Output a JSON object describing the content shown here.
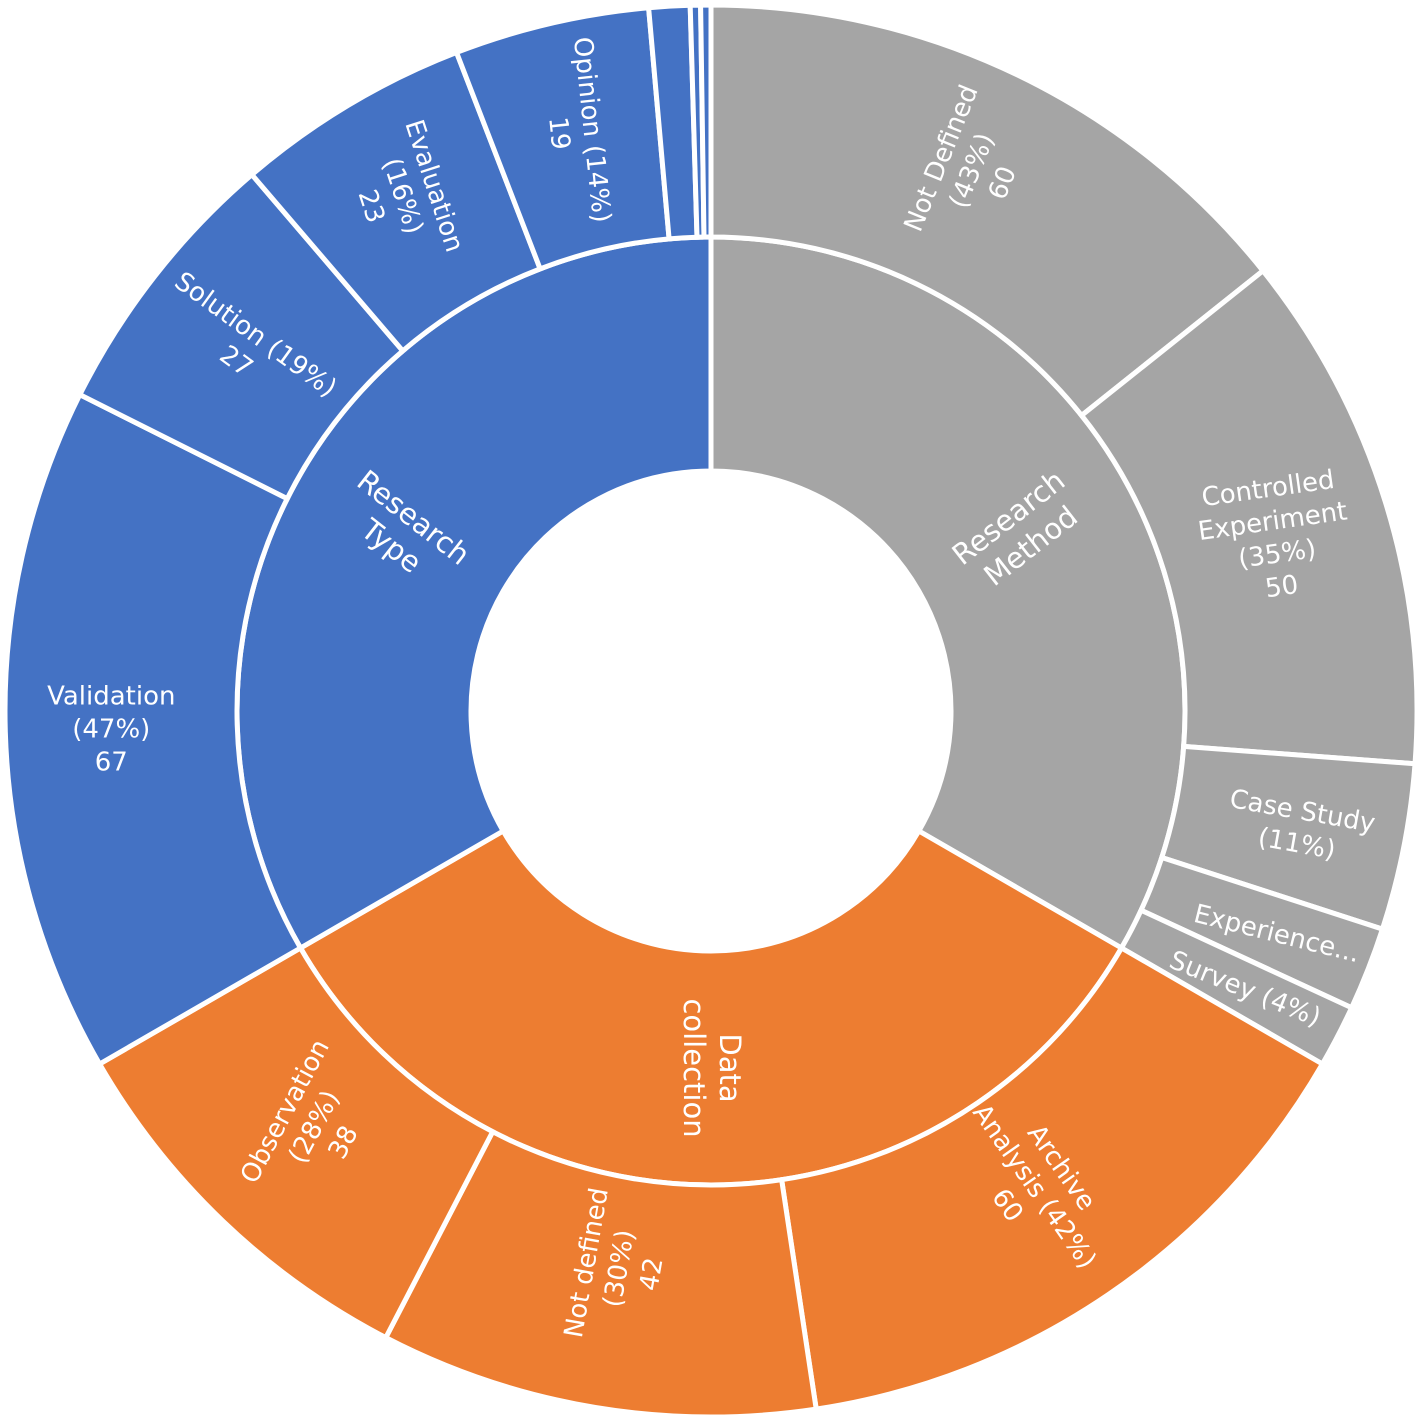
{
  "chart_data": {
    "type": "sunburst",
    "colors": {
      "research_type": "#4472C4",
      "research_method": "#A5A5A5",
      "data_collection": "#ED7D31",
      "separator": "#FFFFFF"
    },
    "inner": [
      {
        "id": "research-type",
        "label": [
          "Research",
          "Type"
        ],
        "value": 143,
        "color_key": "research_type"
      },
      {
        "id": "research-method",
        "label": [
          "Research",
          "Method"
        ],
        "value": 143,
        "color_key": "research_method"
      },
      {
        "id": "data-collection",
        "label": [
          "Data",
          "collection"
        ],
        "value": 143,
        "color_key": "data_collection"
      }
    ],
    "outer": {
      "research-type": [
        {
          "id": "validation",
          "label": [
            "Validation",
            "(47%)",
            "67"
          ],
          "value": 67
        },
        {
          "id": "solution",
          "label": [
            "Solution (19%)",
            "27"
          ],
          "value": 27
        },
        {
          "id": "evaluation",
          "label": [
            "Evaluation",
            "(16%)",
            "23"
          ],
          "value": 23
        },
        {
          "id": "opinion",
          "label": [
            "Opinion (14%)",
            "19"
          ],
          "value": 19
        },
        {
          "id": "small-1",
          "label": [],
          "value": 4
        },
        {
          "id": "small-2",
          "label": [],
          "value": 1
        },
        {
          "id": "small-3",
          "label": [],
          "value": 1
        }
      ],
      "research-method": [
        {
          "id": "not-defined",
          "label": [
            "Not Defined",
            "(43%)",
            "60"
          ],
          "value": 60
        },
        {
          "id": "controlled-experiment",
          "label": [
            "Controlled",
            "Experiment",
            "(35%)",
            "50"
          ],
          "value": 50
        },
        {
          "id": "case-study",
          "label": [
            "Case Study",
            "(11%)"
          ],
          "value": 16
        },
        {
          "id": "experience",
          "label": [
            "Experience..."
          ],
          "value": 8
        },
        {
          "id": "survey",
          "label": [
            "Survey (4%)"
          ],
          "value": 6
        }
      ],
      "data-collection": [
        {
          "id": "archive-analysis",
          "label": [
            "Archive",
            "Analysis (42%)",
            "60"
          ],
          "value": 60
        },
        {
          "id": "not-defined-dc",
          "label": [
            "Not defined",
            "(30%)",
            "42"
          ],
          "value": 42
        },
        {
          "id": "observation",
          "label": [
            "Observation",
            "(28%)",
            "38"
          ],
          "value": 38
        }
      ]
    }
  }
}
